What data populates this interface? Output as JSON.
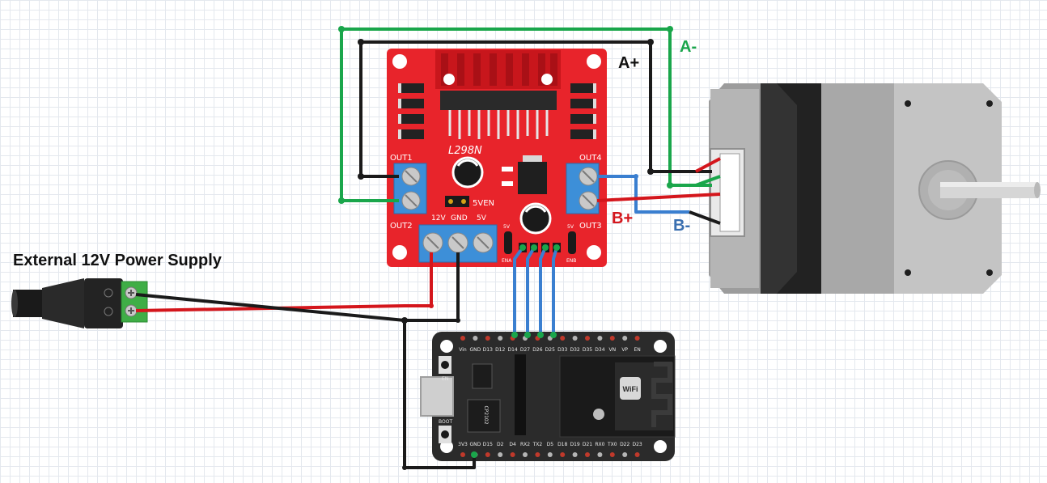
{
  "labels": {
    "power_supply": "External 12V Power Supply",
    "a_plus": "A+",
    "a_minus": "A-",
    "b_plus": "B+",
    "b_minus": "B-"
  },
  "driver": {
    "chip": "L298N",
    "out1": "OUT1",
    "out2": "OUT2",
    "out3": "OUT3",
    "out4": "OUT4",
    "v12": "12V",
    "gnd": "GND",
    "v5": "5V",
    "sven": "5VEN",
    "ena": "ENA",
    "enb": "ENB",
    "ena_5v": "5V",
    "enb_5v": "5V"
  },
  "esp32": {
    "top_pins": [
      "Vin",
      "GND",
      "D13",
      "D12",
      "D14",
      "D27",
      "D26",
      "D25",
      "D33",
      "D32",
      "D35",
      "D34",
      "VN",
      "VP",
      "EN"
    ],
    "bottom_pins": [
      "3V3",
      "GND",
      "D15",
      "D2",
      "D4",
      "RX2",
      "TX2",
      "D5",
      "D18",
      "D19",
      "D21",
      "RX0",
      "TX0",
      "D22",
      "D23"
    ],
    "usb_chip": "CP2102",
    "en_button": "EN",
    "boot_button": "BOOT",
    "wifi": "WiFi"
  },
  "colors": {
    "board_red": "#e8242b",
    "wire_green": "#1aa64b",
    "wire_black": "#1a1a1a",
    "wire_red": "#d4161c",
    "wire_blue": "#3a7fd0",
    "label_green": "#1aa64b",
    "label_red": "#d4161c",
    "label_blue": "#3a6fb0",
    "esp_board": "#2b2b2b"
  }
}
